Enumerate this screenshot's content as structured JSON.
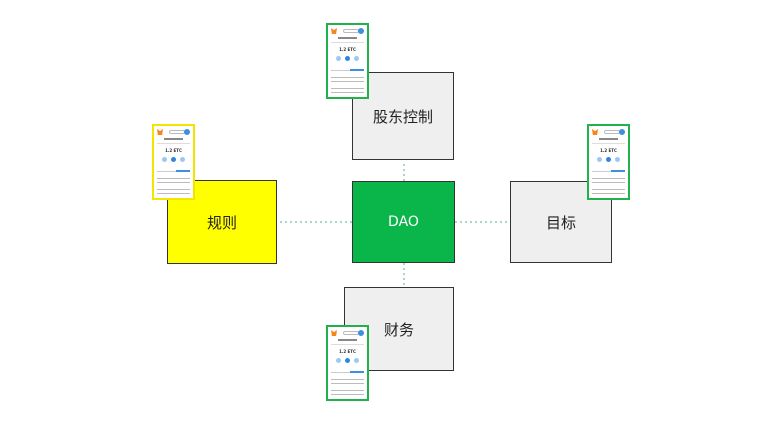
{
  "nodes": {
    "center": {
      "label": "DAO",
      "color": "#0ab54a"
    },
    "top": {
      "label": "股东控制",
      "color": "#efefef"
    },
    "left": {
      "label": "规则",
      "color": "#ffff00"
    },
    "right": {
      "label": "目标",
      "color": "#efefef"
    },
    "bottom": {
      "label": "财务",
      "color": "#efefef"
    }
  },
  "phones": {
    "balance": "1.2 ETC",
    "icons": [
      "metamask-fox-icon",
      "network-pill-icon",
      "account-avatar-icon",
      "send-icon",
      "receive-icon",
      "swap-icon"
    ],
    "frame_colors": {
      "green": "#22b14c",
      "yellow": "#f2e500"
    }
  },
  "connector_color": "#5aa9a0"
}
